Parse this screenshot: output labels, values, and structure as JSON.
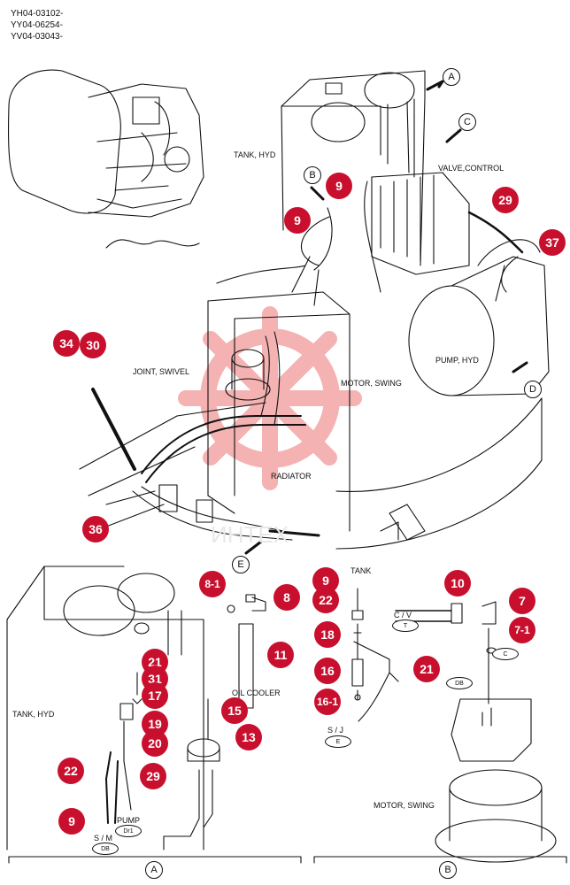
{
  "serials": [
    "YH04-03102-",
    "YY04-06254-",
    "YV04-03043-"
  ],
  "labels": {
    "tank_hyd_top": "TANK, HYD",
    "valve_control": "VALVE,CONTROL",
    "joint_swivel": "JOINT, SWIVEL",
    "motor_swing_mid": "MOTOR, SWING",
    "pump_hyd": "PUMP, HYD",
    "radiator": "RADIATOR",
    "tank_hyd_bottom": "TANK, HYD",
    "oil_cooler": "OIL COOLER",
    "tank_small": "TANK",
    "cv": "C / V",
    "sj": "S / J",
    "sm": "S / M",
    "pump": "PUMP",
    "motor_swing_bottom": "MOTOR, SWING",
    "watermark": "ИНТЕХ"
  },
  "view_letters": {
    "A_top": "A",
    "B_top": "B",
    "C_top": "C",
    "D_right": "D",
    "E_bottom": "E",
    "A_section": "A",
    "B_section": "B"
  },
  "oval_tags": {
    "T": "T",
    "C": "C",
    "DB_right": "DB",
    "E": "E",
    "DB_left": "DB",
    "Dr1": "Dr1"
  },
  "callouts": {
    "c9_valve": "9",
    "c9_b": "9",
    "c29": "29",
    "c37": "37",
    "c34": "34",
    "c30": "30",
    "c36": "36",
    "c8_1": "8-1",
    "c8": "8",
    "c11": "11",
    "c21_a": "21",
    "c31": "31",
    "c17": "17",
    "c19": "19",
    "c20": "20",
    "c15": "15",
    "c13": "13",
    "c22_a": "22",
    "c29_a": "29",
    "c9_a": "9",
    "c9_b2": "9",
    "c22_b": "22",
    "c18": "18",
    "c16": "16",
    "c16_1": "16-1",
    "c10": "10",
    "c7": "7",
    "c7_1": "7-1",
    "c21_b": "21"
  },
  "colors": {
    "callout": "#c8102e",
    "line": "#111111",
    "watermark": "#f2a0a0"
  }
}
